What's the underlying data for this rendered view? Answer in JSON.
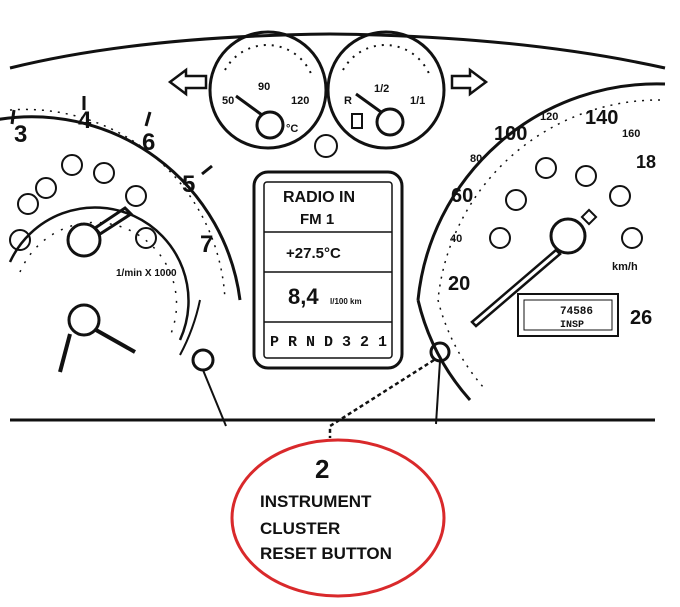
{
  "callout": {
    "number": "2",
    "line1": "INSTRUMENT",
    "line2": "CLUSTER",
    "line3": "RESET BUTTON"
  },
  "colors": {
    "ink": "#111111",
    "callout": "#d9292b",
    "background": "#ffffff"
  },
  "tacho": {
    "labels": [
      "3",
      "4",
      "6",
      "5",
      "7"
    ],
    "unit": "1/min X 1000"
  },
  "speedo": {
    "labels_large": [
      "100",
      "140",
      "60",
      "20",
      "26"
    ],
    "labels_small": [
      "120",
      "160",
      "80",
      "40",
      "18"
    ],
    "unit": "km/h"
  },
  "temp_gauge": {
    "labels": [
      "90",
      "120",
      "50"
    ],
    "unit": "°C"
  },
  "fuel_gauge": {
    "labels": [
      "1/2",
      "1/1",
      "R"
    ]
  },
  "display": {
    "line1": "RADIO IN",
    "line2": "FM 1",
    "temperature": "+27.5°C",
    "consumption": "8,4",
    "consumption_unit": "l/100 km",
    "gear_row": "P R N D 3 2 1"
  },
  "odometer": {
    "top": "74586",
    "bottom": "INSP"
  },
  "icons": [
    "left-turn-arrow-icon",
    "right-turn-arrow-icon",
    "warning-lamp-icon"
  ]
}
